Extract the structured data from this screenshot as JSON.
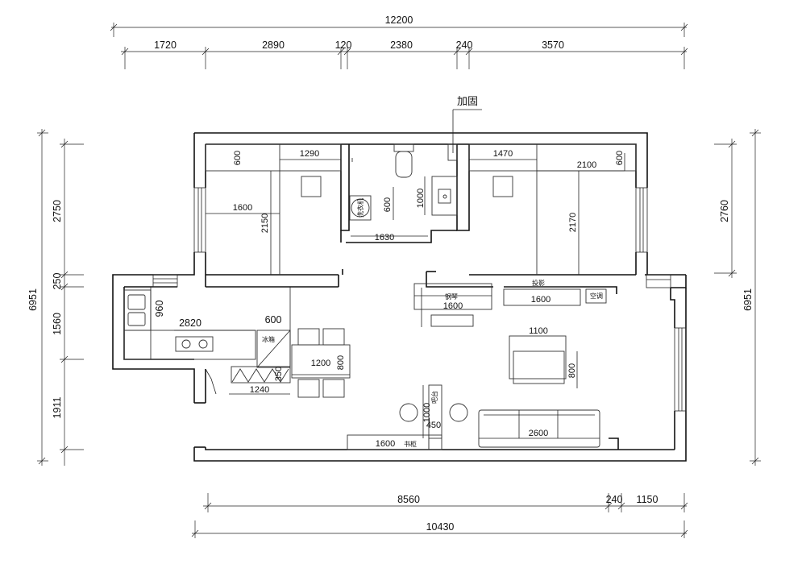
{
  "dimensions": {
    "top_total": "12200",
    "top_segments": [
      "1720",
      "2890",
      "120",
      "2380",
      "240",
      "3570"
    ],
    "bottom_segments": [
      "8560",
      "240",
      "1150"
    ],
    "bottom_total": "10430",
    "left_total": "6951",
    "left_segments": [
      "2750",
      "250",
      "1560",
      "1911"
    ],
    "right_total": "6951",
    "right_segment": "2760"
  },
  "annotations": {
    "reinforce": "加固",
    "bedroom1_wardrobe_depth": "600",
    "bedroom1_wardrobe_width": "1290",
    "bedroom1_bed_width": "1600",
    "bedroom1_bed_length": "2150",
    "washer": "洗衣机",
    "washer_depth": "600",
    "bath_vanity": "1000",
    "bath_width": "1630",
    "bedroom2_wardrobe_width": "1470",
    "bedroom2_bed_width": "2100",
    "bedroom2_wardrobe_depth": "600",
    "bedroom2_bed_length": "2170",
    "kitchen_sink_depth": "960",
    "counter_length": "2820",
    "fridge_width": "600",
    "fridge": "冰箱",
    "dining_table_length": "1200",
    "dining_table_width": "800",
    "cabinet_depth": "350",
    "cabinet_width": "1240",
    "piano": "钢琴",
    "piano_width": "1600",
    "projector": "投影",
    "tv_cabinet_width": "1600",
    "aircon": "空调",
    "coffee_table_width": "1100",
    "coffee_table_length": "800",
    "counter_label": "吧台",
    "counter_height": "1000",
    "counter_depth": "450",
    "bookcase_width": "1600",
    "bookcase": "书柜",
    "sofa_width": "2600"
  }
}
